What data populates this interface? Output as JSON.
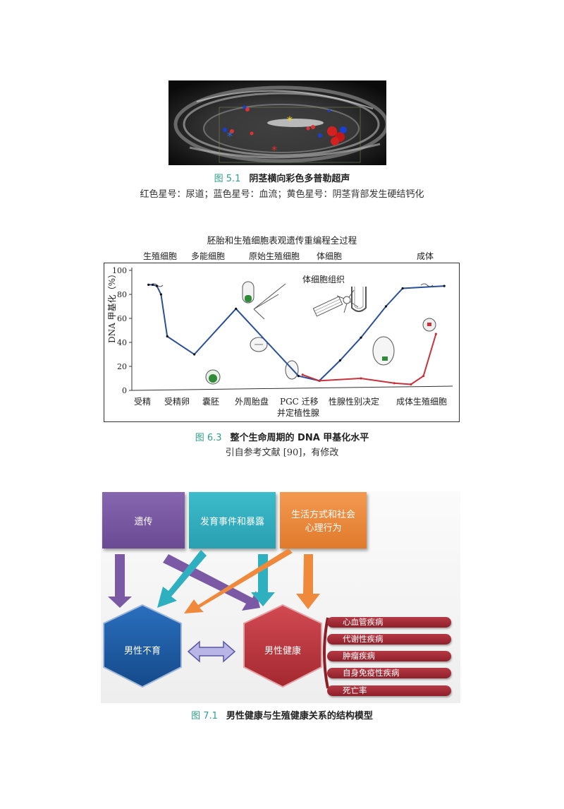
{
  "figure1": {
    "caption_num": "图 5.1",
    "caption_title": "阴茎横向彩色多普勒超声",
    "legend": "红色星号：尿道；蓝色星号：血流；黄色星号：阴茎背部发生硬结钙化"
  },
  "figure2": {
    "caption_num": "图 6.3",
    "caption_title": "整个生命周期的 DNA 甲基化水平",
    "source": "引自参考文献 [90]，有修改",
    "top_title": "胚胎和生殖细胞表观遗传重编程全过程",
    "stages": [
      "生殖细胞",
      "多能细胞",
      "原始生殖细胞",
      "体细胞",
      "成体"
    ],
    "somatic_label": "体细胞组织",
    "x_labels": [
      "受精",
      "受精卵",
      "囊胚",
      "外周胎盘",
      "PGC 迁移",
      "性腺性别决定",
      "成体生殖细胞"
    ],
    "x_label_sub": "并定植性腺",
    "ylabel": "DNA 甲基化（%）"
  },
  "chart_data": {
    "type": "line",
    "title": "胚胎和生殖细胞表观遗传重编程全过程",
    "ylabel": "DNA 甲基化（%）",
    "ylim": [
      0,
      100
    ],
    "yticks": [
      0,
      20,
      40,
      60,
      80,
      100
    ],
    "categories": [
      "受精",
      "受精卵",
      "囊胚",
      "外周胎盘",
      "PGC 迁移",
      "性腺性别决定",
      "成体生殖细胞"
    ],
    "series": [
      {
        "name": "",
        "color": "#2a4f9a",
        "points": [
          [
            0.9,
            88
          ],
          [
            1.0,
            88
          ],
          [
            1.1,
            87
          ],
          [
            1.2,
            80
          ],
          [
            1.35,
            45
          ],
          [
            2.0,
            30
          ],
          [
            3.0,
            68
          ],
          [
            4.5,
            12
          ],
          [
            5.0,
            8
          ],
          [
            5.5,
            25
          ],
          [
            6.0,
            44
          ],
          [
            6.6,
            70
          ],
          [
            7.0,
            85
          ],
          [
            8.0,
            87
          ]
        ]
      },
      {
        "name": "",
        "color": "#c8323a",
        "points": [
          [
            4.6,
            13
          ],
          [
            5.0,
            8
          ],
          [
            6.0,
            10
          ],
          [
            6.8,
            6
          ],
          [
            7.2,
            5
          ],
          [
            7.5,
            12
          ],
          [
            7.8,
            47
          ]
        ]
      }
    ],
    "grid": false
  },
  "colors": {
    "teal": "#2f9e8a",
    "purple": "#7b59a4",
    "cyan": "#2fb0c0",
    "orange": "#ef8a3c",
    "blue_hex": "#1f5fa8",
    "red_hex": "#c0393f",
    "bar_red": "#9a2630"
  },
  "figure3": {
    "caption_num": "图 7.1",
    "caption_title": "男性健康与生殖健康关系的结构模型",
    "box_genetics": "遗传",
    "box_development": "发育事件和暴露",
    "box_lifestyle": "生活方式和社会心理行为",
    "hex_infertility": "男性不育",
    "hex_health": "男性健康",
    "outcomes": [
      "心血管疾病",
      "代谢性疾病",
      "肿瘤疾病",
      "自身免疫性疾病",
      "死亡率"
    ]
  }
}
